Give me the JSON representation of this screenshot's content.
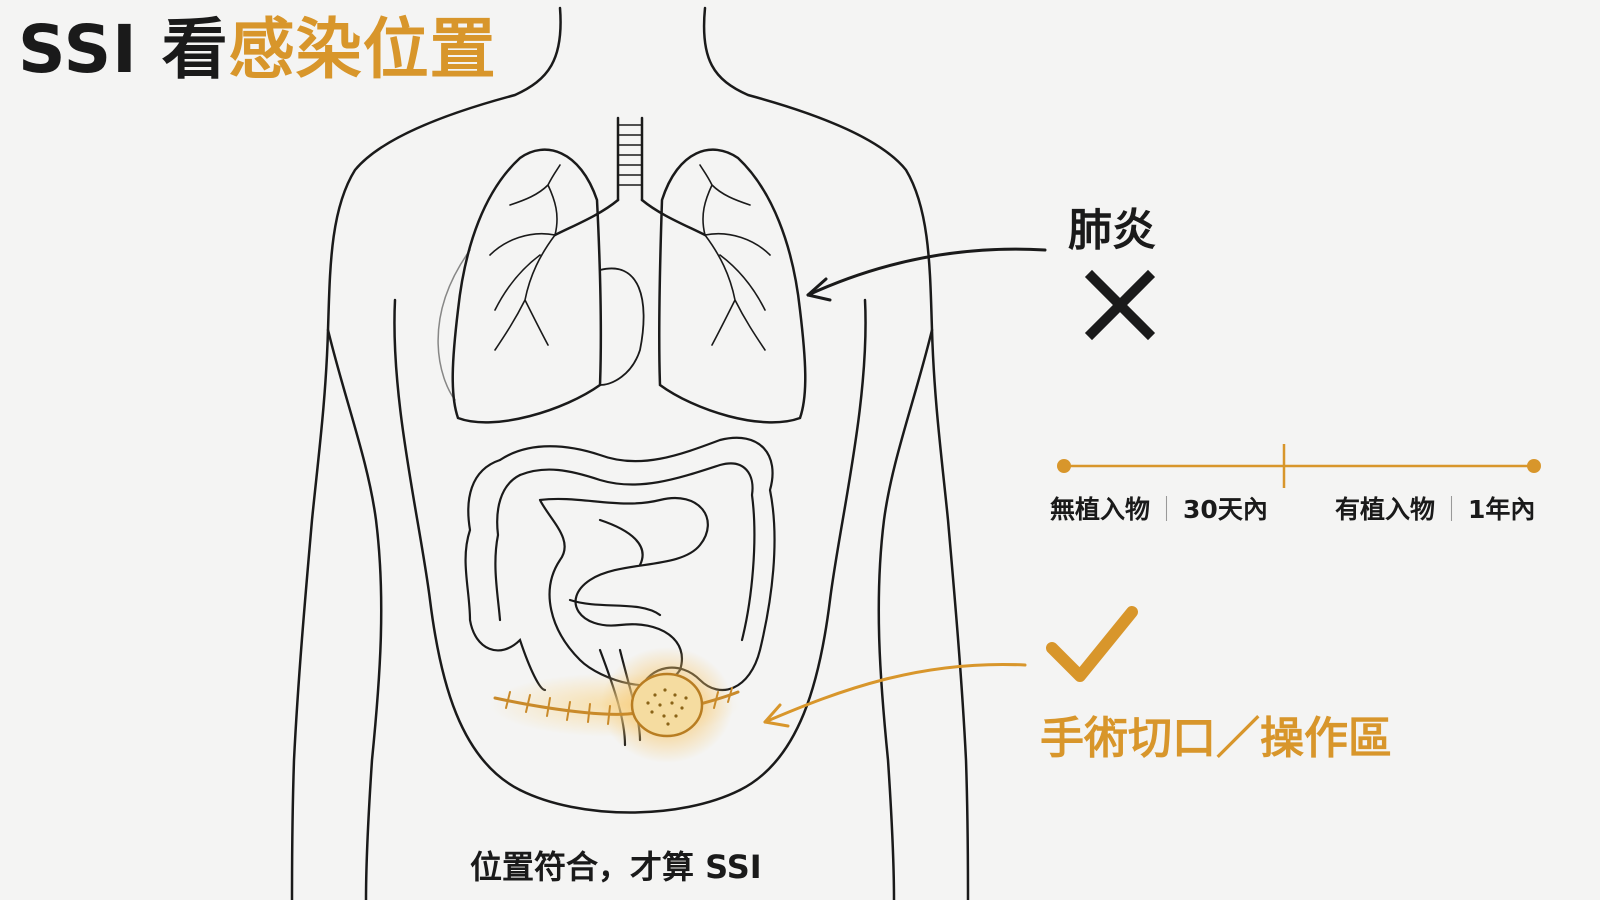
{
  "title": {
    "lead": "SSI 看",
    "accent": "感染位置"
  },
  "pneumonia": {
    "label": "肺炎",
    "mark": "✕"
  },
  "timeline": {
    "left": {
      "condition": "無植入物",
      "period": "30天內"
    },
    "right": {
      "condition": "有植入物",
      "period": "1年內"
    }
  },
  "surgical_site": {
    "label": "手術切口／操作區",
    "mark": "✓"
  },
  "caption": "位置符合，才算 SSI",
  "colors": {
    "accent": "#d8962b",
    "ink": "#1a1a1a",
    "background": "#f4f4f3"
  }
}
